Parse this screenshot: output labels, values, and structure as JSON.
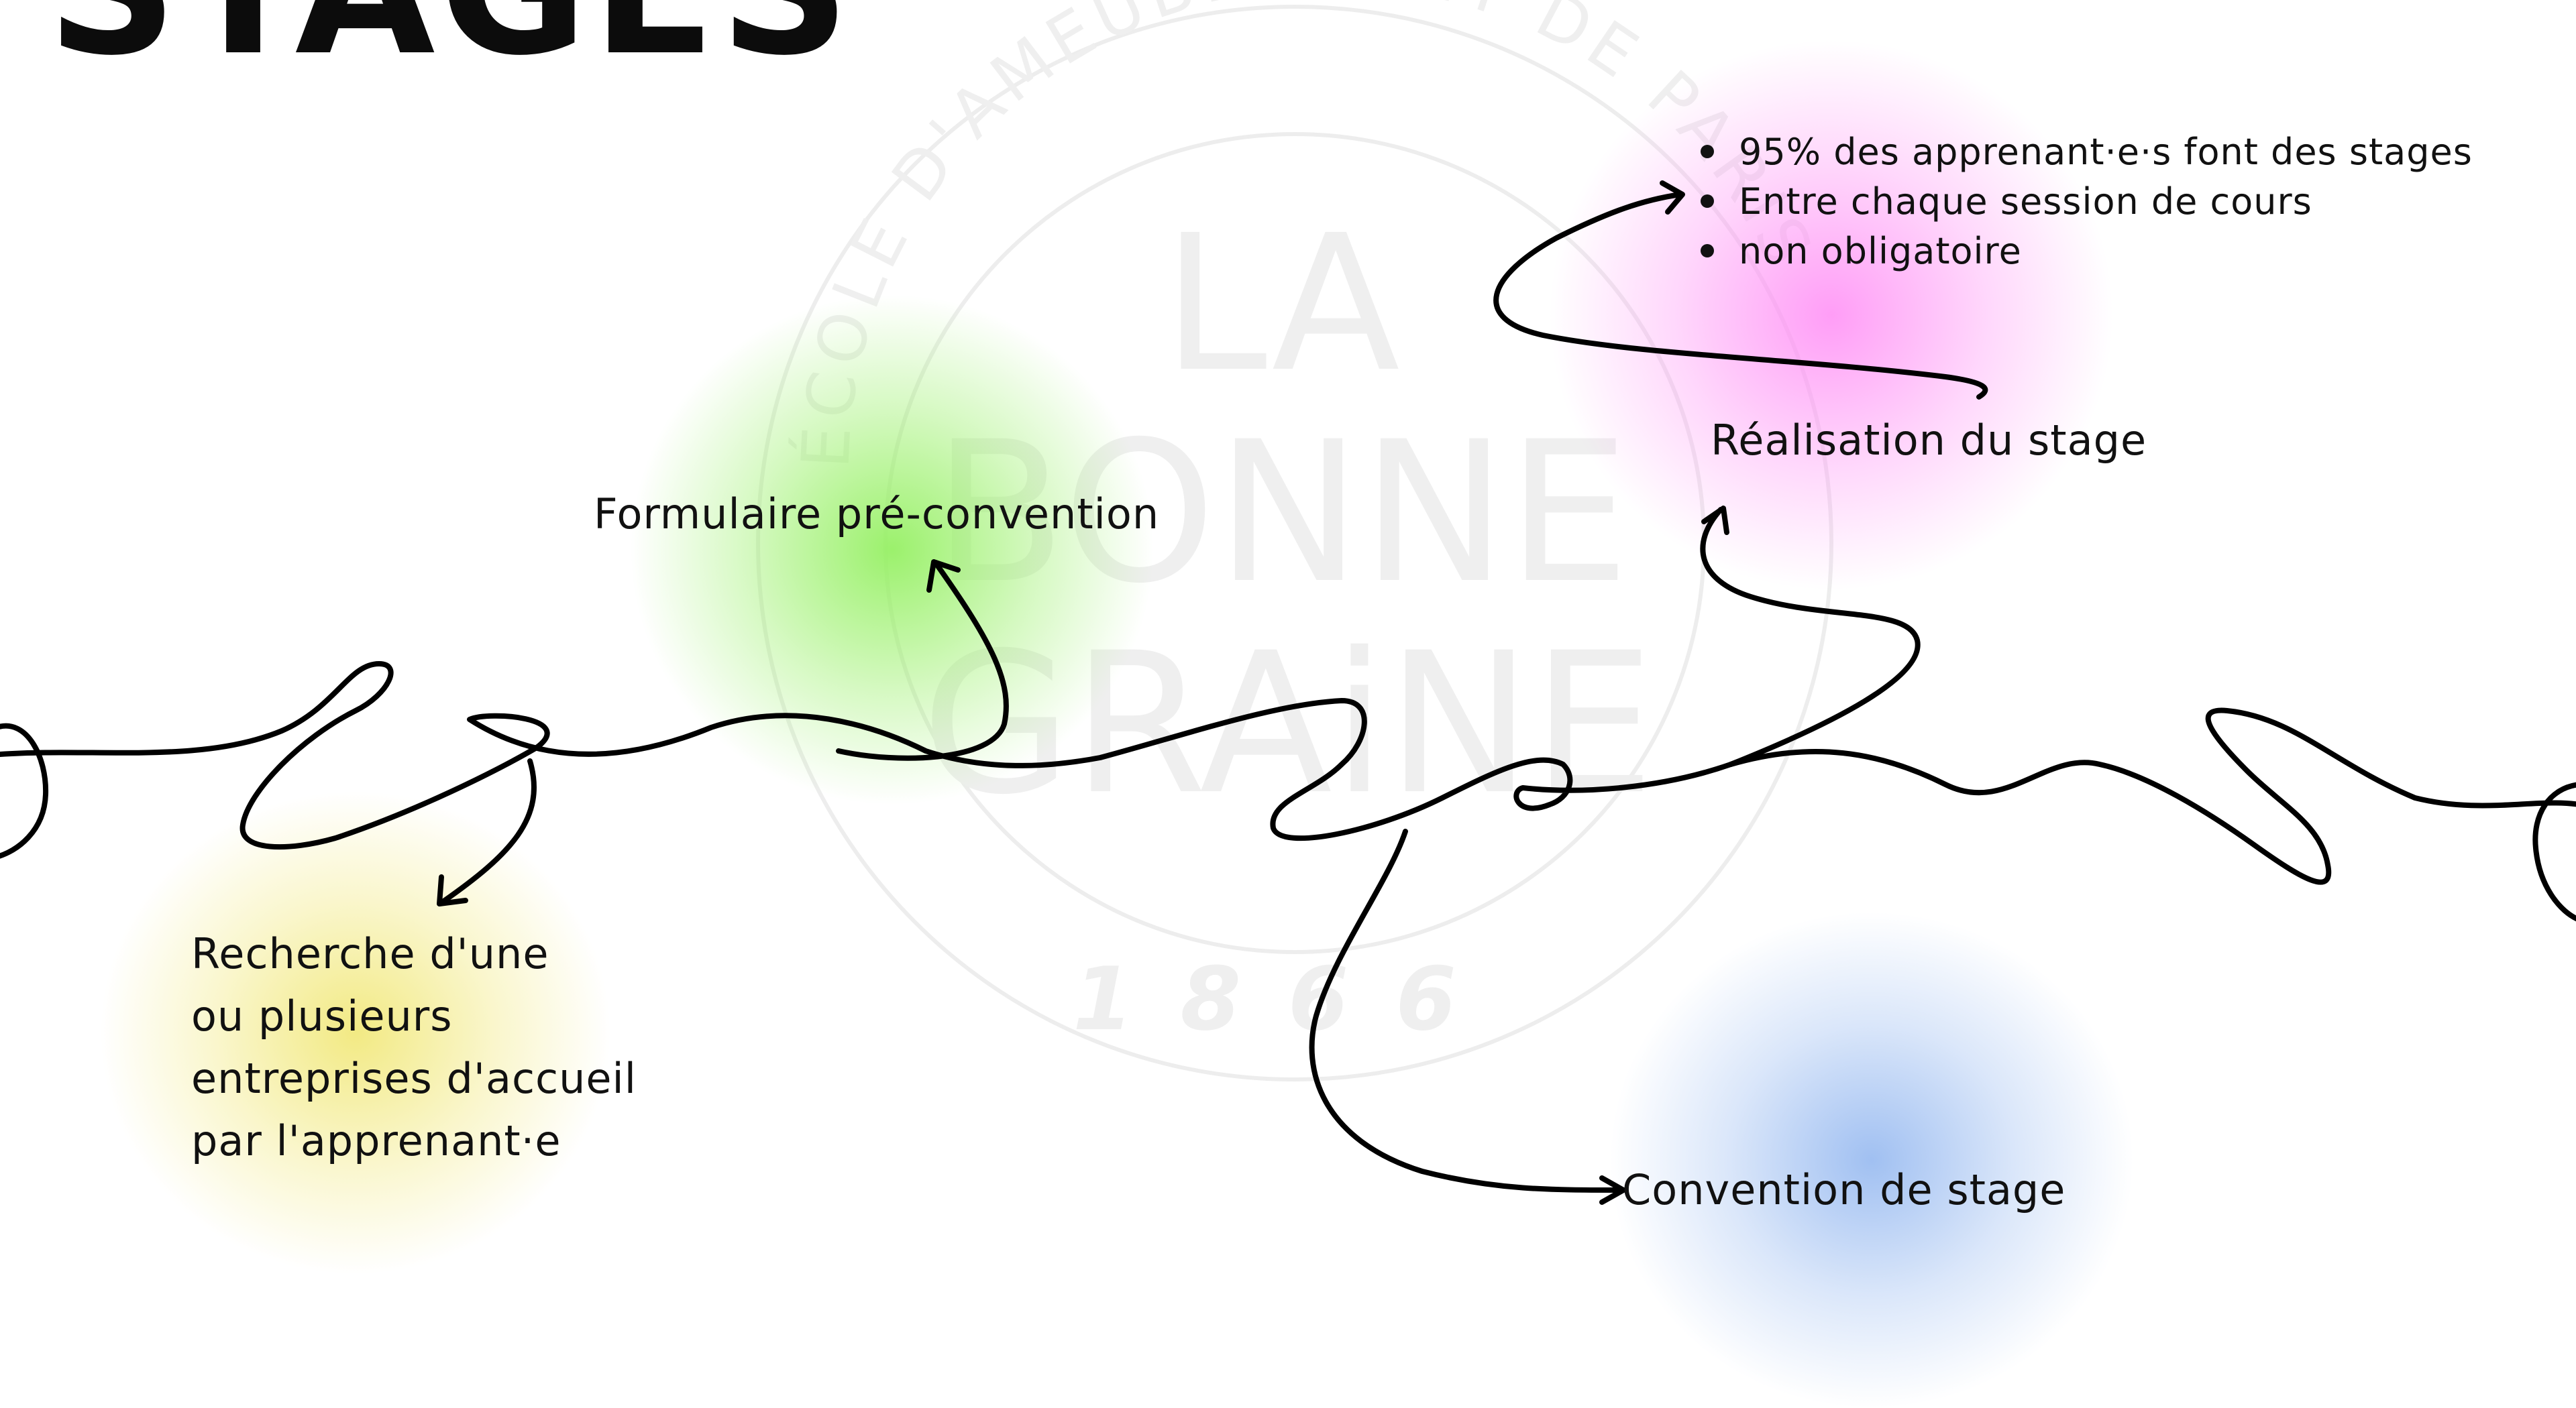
{
  "page": {
    "title": "STAGES"
  },
  "watermark": {
    "arc_text": "ÉCOLE D'AMEUBLEMENT DE PARIS",
    "line1": "LA",
    "line2": "BONNE",
    "line3": "GRAiNE",
    "year": "1866"
  },
  "steps": [
    {
      "lines": [
        "Recherche d'une",
        "ou plusieurs",
        "entreprises d'accueil",
        "par l'apprenant·e"
      ],
      "color": "#f3ea8a"
    },
    {
      "label": "Formulaire pré-convention",
      "color": "#a6f07a"
    },
    {
      "label": "Convention de stage",
      "color": "#a9c6f0"
    },
    {
      "label": "Réalisation du stage",
      "color": "#ff9cf5",
      "notes": [
        "95% des apprenant·e·s font des stages",
        "Entre chaque session de cours",
        "non obligatoire"
      ]
    }
  ]
}
